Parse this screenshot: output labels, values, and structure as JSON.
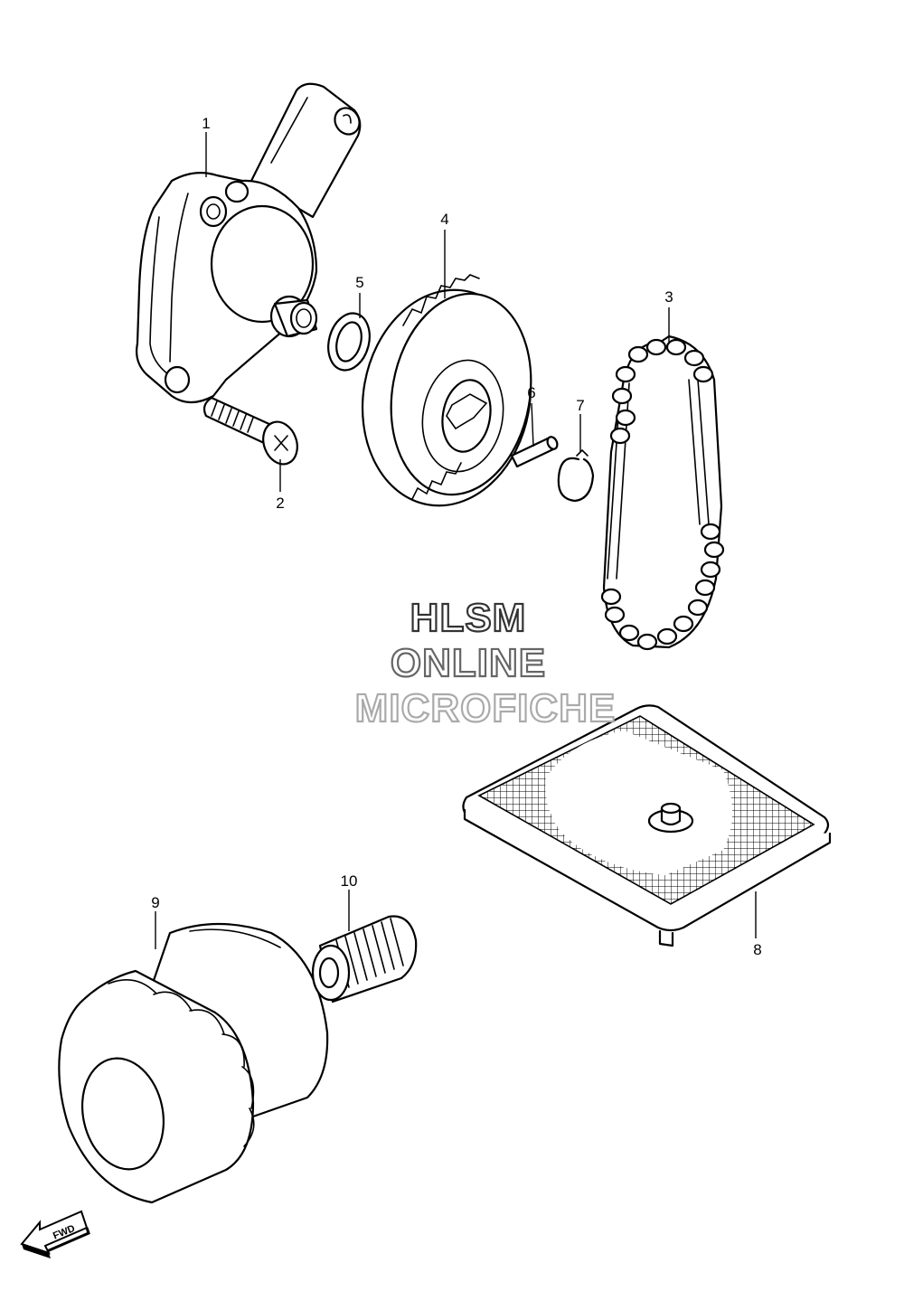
{
  "watermark": {
    "line1": "HLSM",
    "line2": "ONLINE",
    "line3": "MICROFICHE"
  },
  "callouts": [
    {
      "id": "1",
      "label": "1",
      "part": "oil pump body"
    },
    {
      "id": "2",
      "label": "2",
      "part": "screw"
    },
    {
      "id": "3",
      "label": "3",
      "part": "chain"
    },
    {
      "id": "4",
      "label": "4",
      "part": "sprocket"
    },
    {
      "id": "5",
      "label": "5",
      "part": "washer"
    },
    {
      "id": "6",
      "label": "6",
      "part": "pin"
    },
    {
      "id": "7",
      "label": "7",
      "part": "circlip"
    },
    {
      "id": "8",
      "label": "8",
      "part": "oil strainer"
    },
    {
      "id": "9",
      "label": "9",
      "part": "oil filter"
    },
    {
      "id": "10",
      "label": "10",
      "part": "union"
    }
  ],
  "fwd_label": "FWD",
  "colors": {
    "ink": "#000000",
    "paper": "#ffffff",
    "wm1": "#333333",
    "wm2": "#666666",
    "wm3": "#aaaaaa"
  }
}
